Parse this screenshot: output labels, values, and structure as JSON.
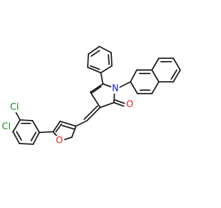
{
  "molecule": {
    "atom_labels": {
      "nitrogen": "N",
      "carbonyl_oxygen": "O",
      "furan_oxygen": "O",
      "chlorine_1": "Cl",
      "chlorine_2": "Cl"
    },
    "colors": {
      "bond": "#1a1a1a",
      "nitrogen": "#1010e0",
      "oxygen": "#e0201a",
      "chlorine": "#1f8a1f"
    }
  }
}
